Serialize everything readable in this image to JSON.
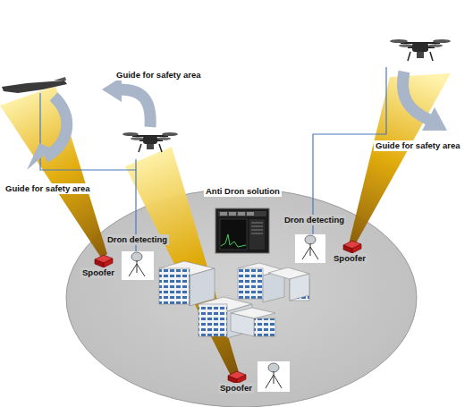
{
  "diagram": {
    "labels": [
      "Guide for safety area",
      "Guide for safety area",
      "Anti Dron solution",
      "Dron detecting",
      "Guide for safety area",
      "Dron detecting",
      "Spoofer",
      "Spoofer",
      "Spoofer"
    ]
  }
}
